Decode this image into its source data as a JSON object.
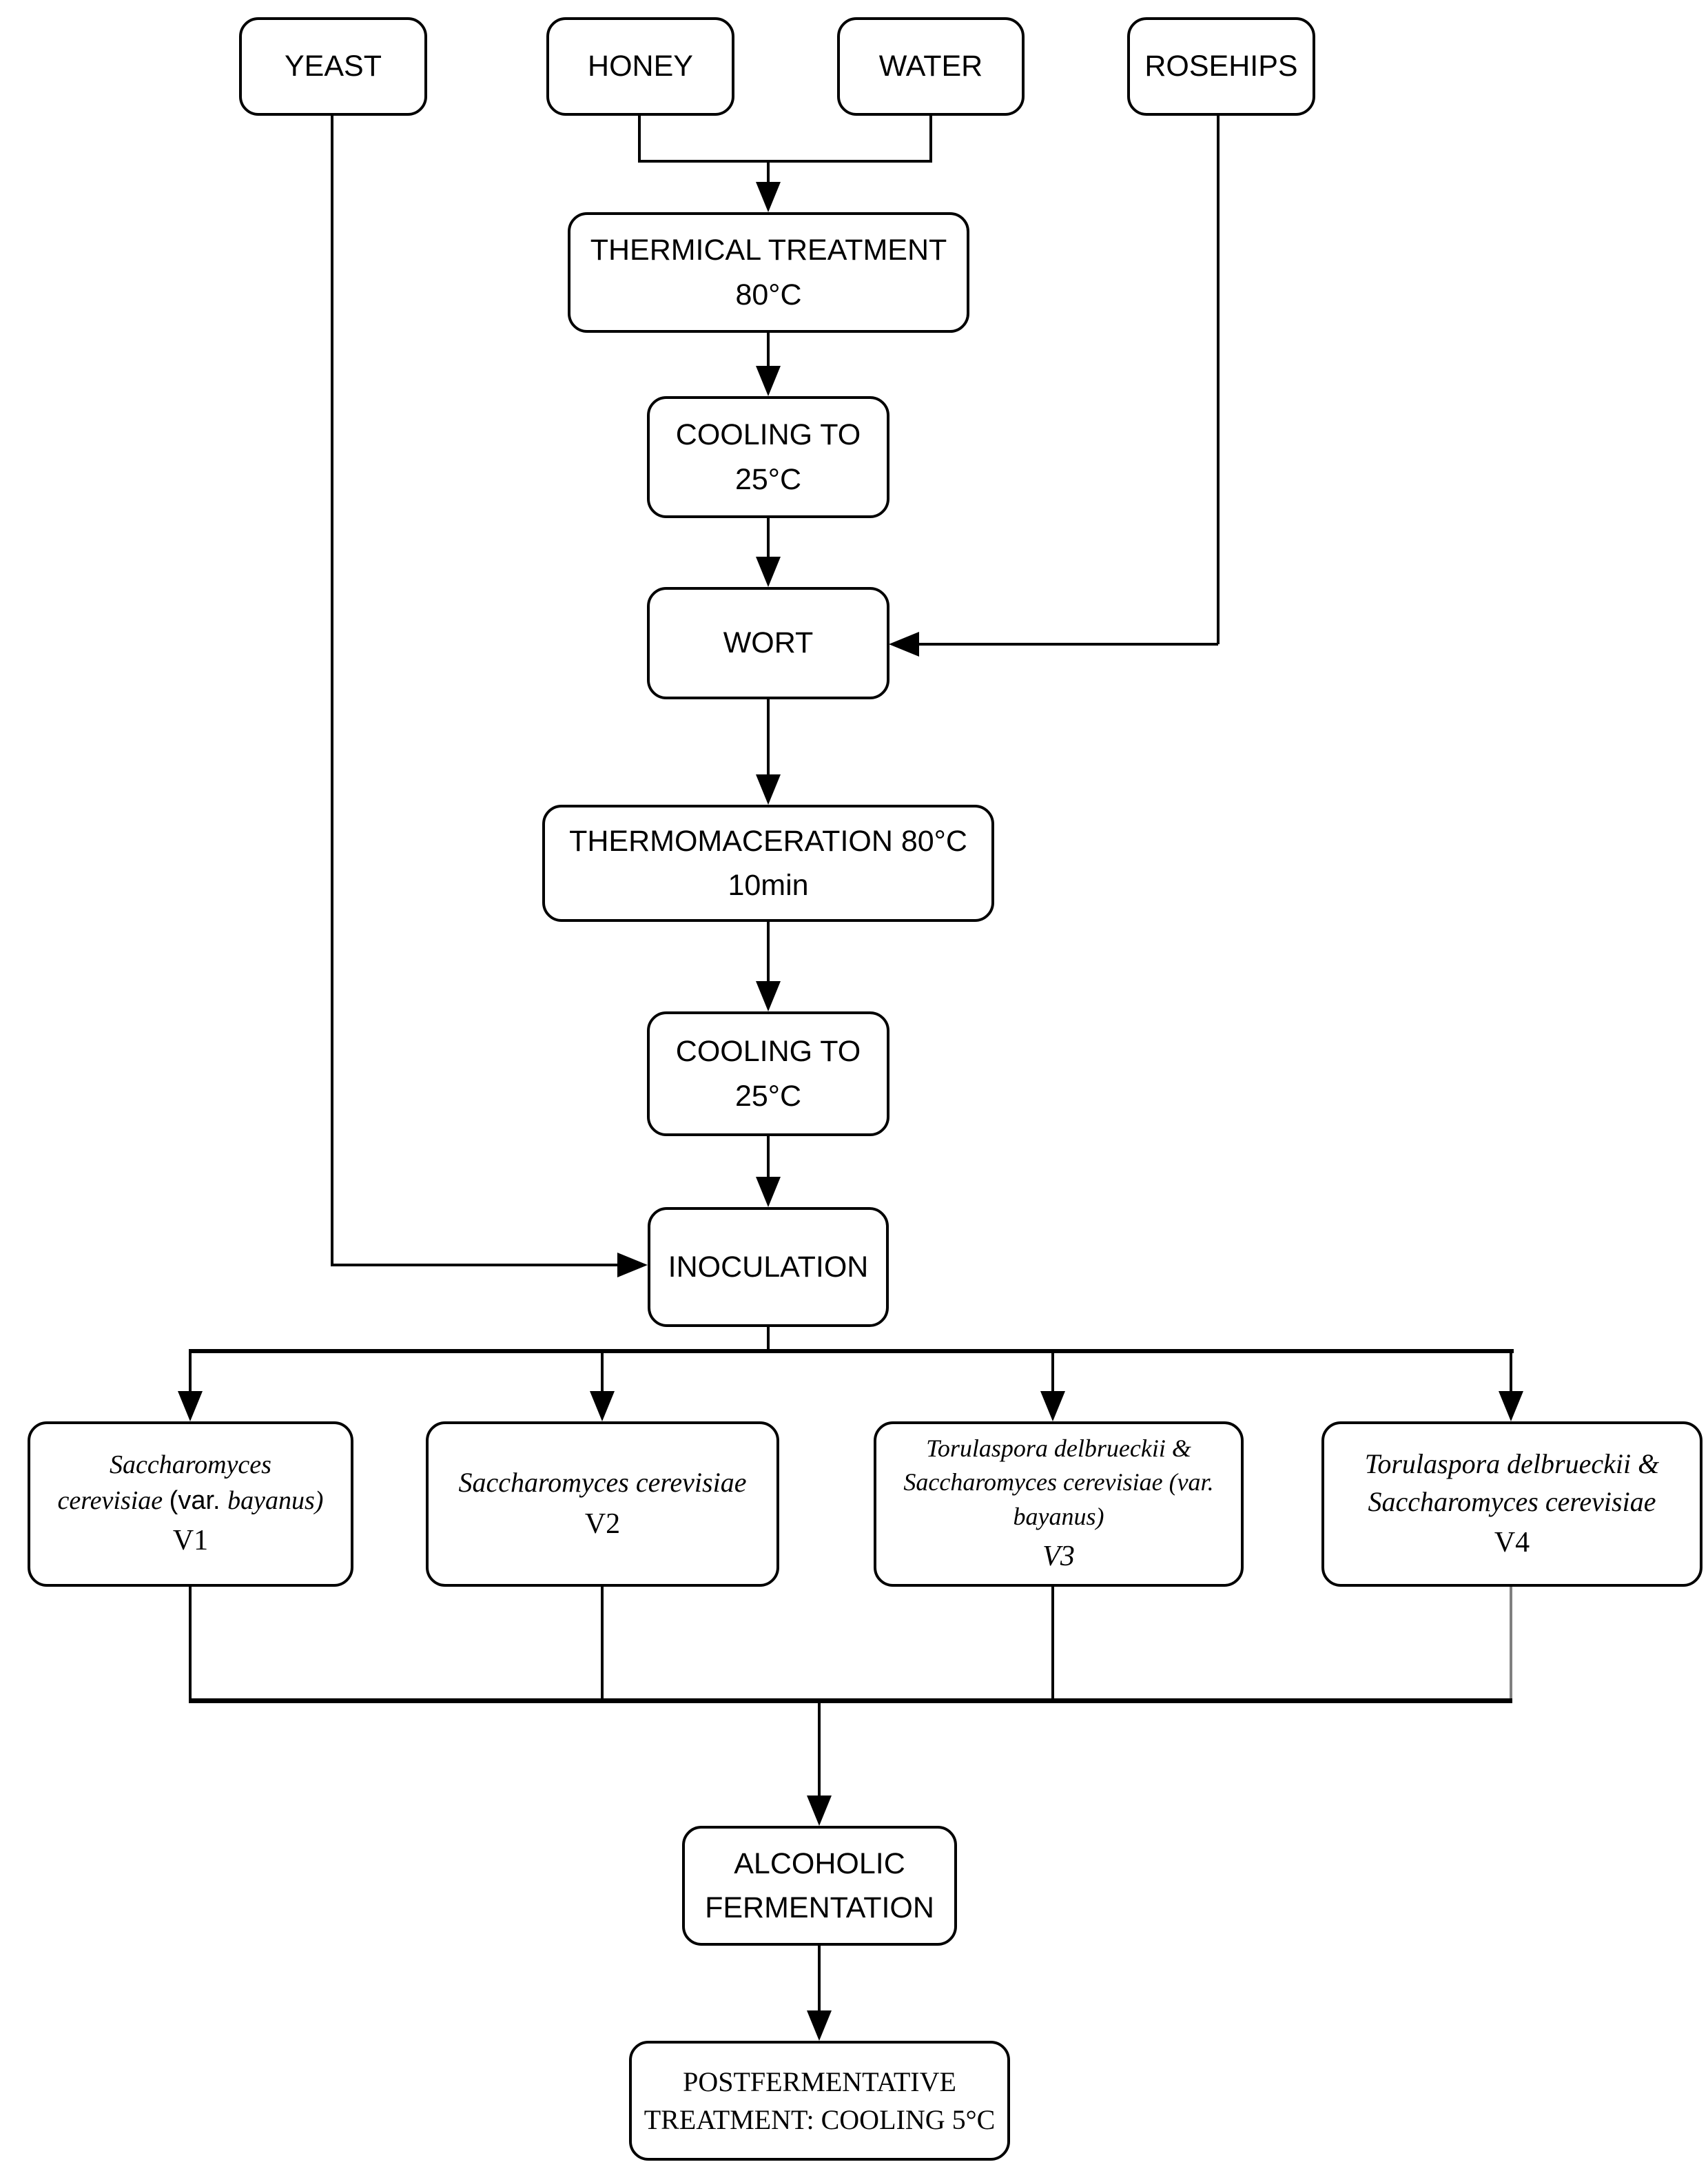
{
  "figure": {
    "background_color": "#ffffff",
    "stroke_color": "#000000",
    "v4_connector_color": "#808080"
  },
  "nodes": {
    "yeast": {
      "label": "YEAST"
    },
    "honey": {
      "label": "HONEY"
    },
    "water": {
      "label": "WATER"
    },
    "rosehips": {
      "label": "ROSEHIPS"
    },
    "thermical_treatment": {
      "label": "THERMICAL TREATMENT\n80°C"
    },
    "cooling_1": {
      "label": "COOLING TO\n25°C"
    },
    "wort": {
      "label": "WORT"
    },
    "thermomaceration": {
      "label": "THERMOMACERATION 80°C\n10min"
    },
    "cooling_2": {
      "label": "COOLING TO\n25°C"
    },
    "inoculation": {
      "label": "INOCULATION"
    },
    "v1": {
      "species_italic_1": "Saccharomyces\ncerevisiae ",
      "var_roman": "(var. ",
      "species_italic_2": "bayanus)",
      "variant": "V1"
    },
    "v2": {
      "species": "Saccharomyces cerevisiae",
      "variant": "V2"
    },
    "v3": {
      "species": "Torulaspora delbrueckii &\nSaccharomyces cerevisiae (var.\nbayanus)",
      "variant": "V3"
    },
    "v4": {
      "species": "Torulaspora delbrueckii &\nSaccharomyces cerevisiae",
      "variant": "V4"
    },
    "alcoholic_fermentation": {
      "label": "ALCOHOLIC\nFERMENTATION"
    },
    "postfermentative_treatment": {
      "label": "POSTFERMENTATIVE\nTREATMENT: COOLING 5°C"
    }
  }
}
